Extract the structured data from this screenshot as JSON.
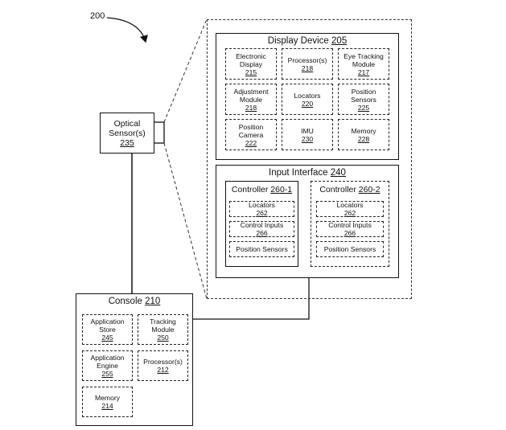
{
  "figure_ref": "200",
  "optical_sensor": {
    "line1": "Optical",
    "line2": "Sensor(s)",
    "num": "235"
  },
  "display_device": {
    "title": "Display Device",
    "num": "205",
    "cells": [
      {
        "line1": "Electronic",
        "line2": "Display",
        "num": "215"
      },
      {
        "line1": "Processor(s)",
        "line2": "",
        "num": "218"
      },
      {
        "line1": "Eye Tracking",
        "line2": "Module",
        "num": "217"
      },
      {
        "line1": "Adjustment",
        "line2": "Module",
        "num": "218"
      },
      {
        "line1": "Locators",
        "line2": "",
        "num": "220"
      },
      {
        "line1": "Position",
        "line2": "Sensors",
        "num": "225"
      },
      {
        "line1": "Position",
        "line2": "Camera",
        "num": "222"
      },
      {
        "line1": "IMU",
        "line2": "",
        "num": "230"
      },
      {
        "line1": "Memory",
        "line2": "",
        "num": "228"
      }
    ]
  },
  "input_interface": {
    "title": "Input Interface",
    "num": "240",
    "controller1": {
      "title": "Controller",
      "num": "260-1",
      "locators": "Locators",
      "locators_num": "262",
      "control_inputs": "Control Inputs",
      "control_inputs_num": "266",
      "position_sensors": "Position Sensors"
    },
    "controller2": {
      "title": "Controller",
      "num": "260-2",
      "locators": "Locators",
      "locators_num": "262",
      "control_inputs": "Control Inputs",
      "control_inputs_num": "266",
      "position_sensors": "Position Sensors"
    }
  },
  "console": {
    "title": "Console",
    "num": "210",
    "app_store": {
      "line1": "Application",
      "line2": "Store",
      "num": "245"
    },
    "tracking": {
      "line1": "Tracking",
      "line2": "Module",
      "num": "250"
    },
    "app_engine": {
      "line1": "Application",
      "line2": "Engine",
      "num": "255"
    },
    "processor": {
      "line1": "Processor(s)",
      "num": "212"
    },
    "memory": {
      "line1": "Memory",
      "num": "214"
    }
  }
}
